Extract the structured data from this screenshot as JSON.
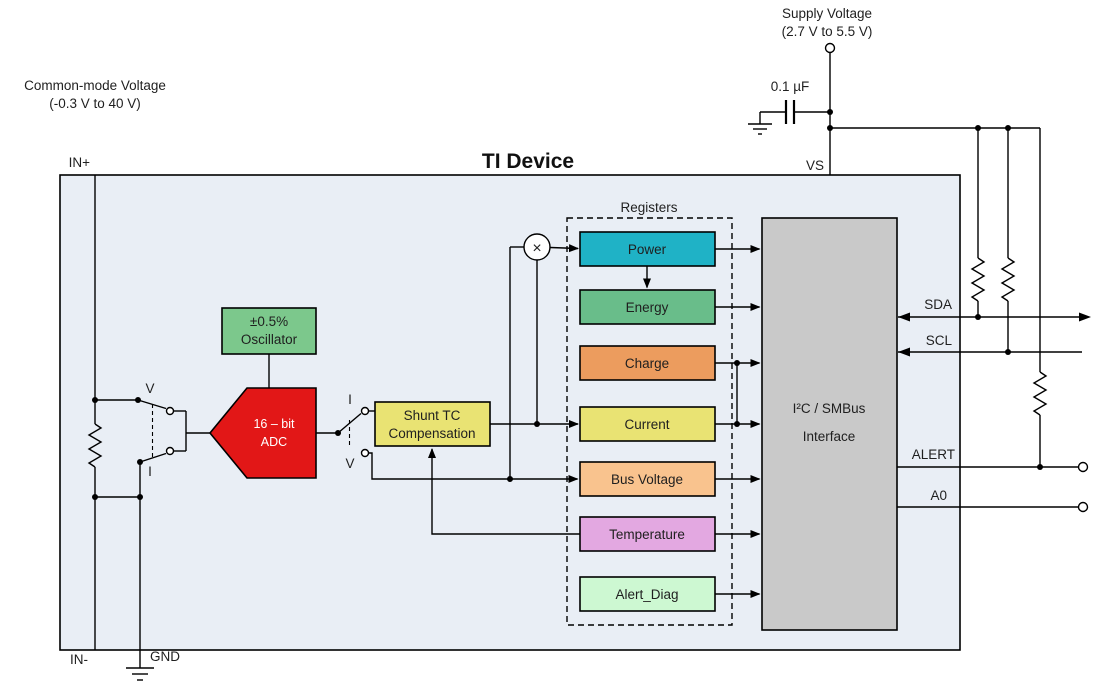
{
  "title": "TI Device",
  "external": {
    "common_mode_line1": "Common-mode Voltage",
    "common_mode_line2": "(-0.3 V to 40 V)",
    "supply_line1": "Supply Voltage",
    "supply_line2": "(2.7 V to 5.5 V)",
    "capacitor_value": "0.1 µF"
  },
  "pins": {
    "in_plus": "IN+",
    "in_minus": "IN-",
    "gnd": "GND",
    "vs": "VS",
    "sda": "SDA",
    "scl": "SCL",
    "alert": "ALERT",
    "a0": "A0"
  },
  "switches": {
    "sw1_top": "V",
    "sw1_bottom": "I",
    "sw2_top": "I",
    "sw2_bottom": "V"
  },
  "blocks": {
    "oscillator_line1": "±0.5%",
    "oscillator_line2": "Oscillator",
    "adc_line1": "16 – bit",
    "adc_line2": "ADC",
    "shunt_tc_line1": "Shunt TC",
    "shunt_tc_line2": "Compensation",
    "multiplier": "×",
    "interface_line1": "I²C / SMBus",
    "interface_line2": "Interface"
  },
  "registers": {
    "title": "Registers",
    "items": [
      {
        "label": "Power",
        "color": "#1fb2c6"
      },
      {
        "label": "Energy",
        "color": "#69bd8a"
      },
      {
        "label": "Charge",
        "color": "#ec9c5e"
      },
      {
        "label": "Current",
        "color": "#e9e373"
      },
      {
        "label": "Bus Voltage",
        "color": "#f9c38e"
      },
      {
        "label": "Temperature",
        "color": "#e3a8e1"
      },
      {
        "label": "Alert_Diag",
        "color": "#cdf8d2"
      }
    ]
  },
  "colors": {
    "adc": "#e21717",
    "oscillator": "#7cc88c",
    "shunt_tc": "#e9e373",
    "interface": "#c9c9c9",
    "device_bg": "#e9eef5"
  }
}
